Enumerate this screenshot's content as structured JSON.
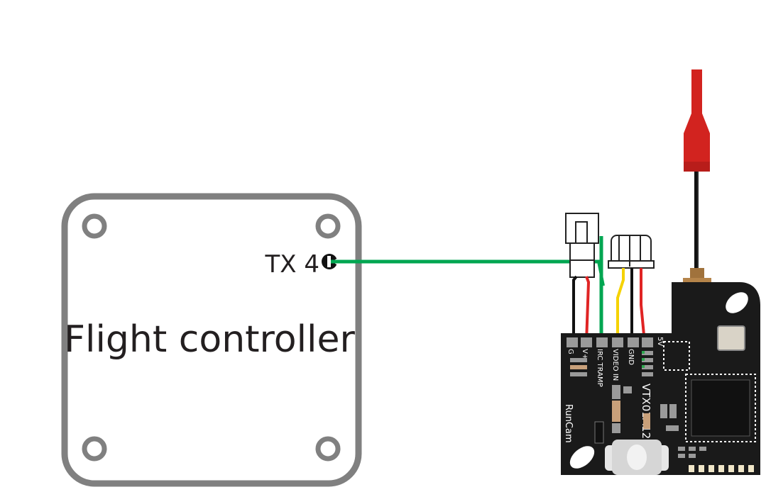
{
  "flight_controller": {
    "label": "Flight controller",
    "pad_label": "TX 4"
  },
  "vtx": {
    "pin_labels": {
      "g": "G",
      "v_plus": "V+",
      "irc_tramp": "IRC TRAMP",
      "video_in": "VIDEO IN",
      "gnd": "GND",
      "five_v": "5V"
    },
    "model": "VTX01A128",
    "brand": "RunCam"
  },
  "colors": {
    "signal_wire": "#00a651",
    "frame": "#808080",
    "board": "#1a1a1a",
    "antenna": "#d2231f",
    "wire_red": "#e02424",
    "wire_yellow": "#f5d200",
    "wire_black": "#111111"
  }
}
